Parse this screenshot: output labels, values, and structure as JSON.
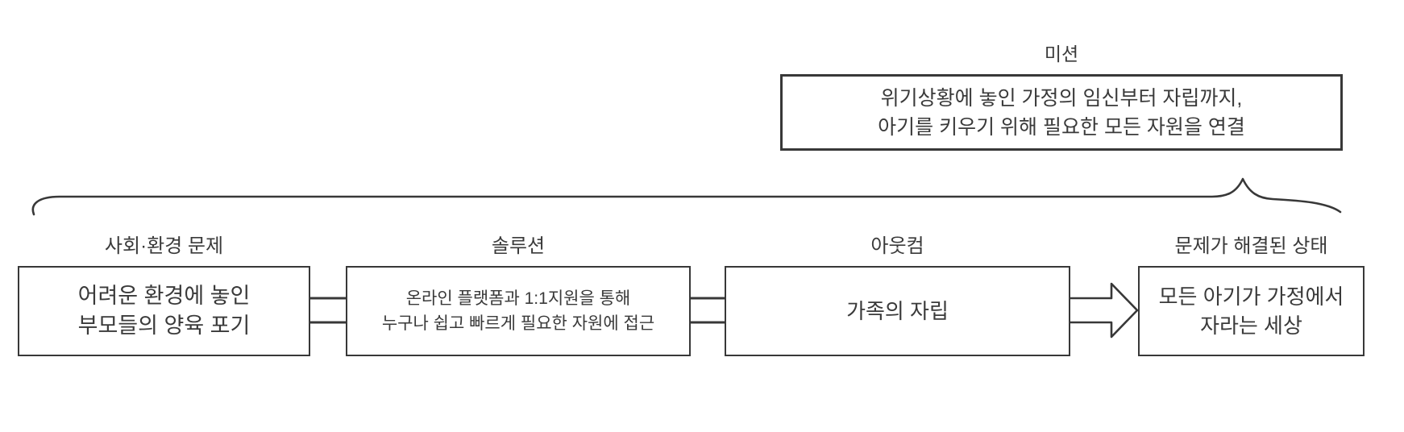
{
  "mission": {
    "label": "미션",
    "lines": [
      "위기상황에 놓인 가정의 임신부터 자립까지,",
      "아기를 키우기 위해 필요한 모든 자원을 연결"
    ]
  },
  "flow": {
    "steps": [
      {
        "label": "사회·환경 문제",
        "lines": [
          "어려운 환경에 놓인",
          "부모들의 양육 포기"
        ]
      },
      {
        "label": "솔루션",
        "lines": [
          "온라인 플랫폼과 1:1지원을 통해",
          "누구나 쉽고 빠르게 필요한 자원에 접근"
        ]
      },
      {
        "label": "아웃컴",
        "lines": [
          "가족의 자립"
        ]
      },
      {
        "label": "문제가 해결된 상태",
        "lines": [
          "모든 아기가 가정에서",
          "자라는 세상"
        ]
      }
    ]
  },
  "shapes": {
    "brace": "curly-brace-up",
    "connector_1_2": "double-line",
    "connector_2_3": "double-line",
    "connector_3_4": "block-arrow-right"
  },
  "colors": {
    "line": "#383838",
    "text": "#3a3a3a",
    "background": "#ffffff"
  }
}
